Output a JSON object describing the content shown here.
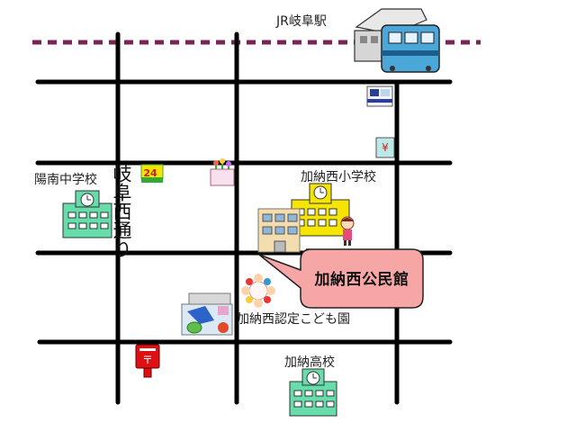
{
  "map": {
    "station": {
      "label": "JR岐阜駅"
    },
    "street": {
      "label": "岐阜西通り"
    },
    "places": {
      "junior_high": "陽南中学校",
      "elementary": "加納西小学校",
      "community_center": "加納西公民館",
      "kindergarten": "加納西認定こども園",
      "high_school": "加納高校"
    },
    "convenience_store": {
      "sign": "24"
    },
    "colors": {
      "road": "#000000",
      "railway": "#7a2456",
      "school_green": "#66ddaa",
      "elementary_yellow": "#f5e500",
      "bubble_fill": "#f7a6a6",
      "post_red": "#dd1111"
    },
    "icons": [
      "train-icon",
      "police-box-icon",
      "bank-icon",
      "convenience-store-icon",
      "flower-shop-icon",
      "school-icon",
      "community-center-icon",
      "girl-icon",
      "daycare-children-icon",
      "supermarket-icon",
      "post-box-icon"
    ]
  }
}
